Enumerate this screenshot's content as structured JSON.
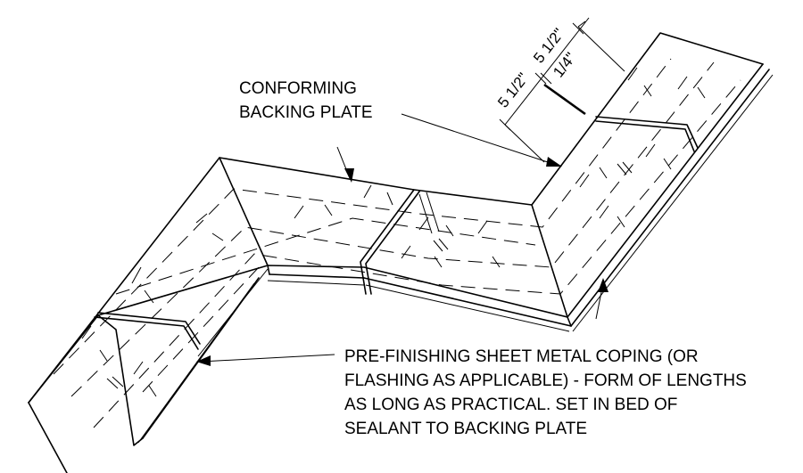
{
  "callouts": {
    "backing_plate": {
      "line1": "CONFORMING",
      "line2": "BACKING PLATE"
    },
    "coping": {
      "line1": "PRE-FINISHING SHEET METAL COPING (OR",
      "line2": "FLASHING AS APPLICABLE) - FORM OF LENGTHS",
      "line3": "AS LONG AS PRACTICAL. SET IN BED OF",
      "line4": "SEALANT TO BACKING PLATE"
    }
  },
  "dimensions": {
    "left_half": "5 1/2\"",
    "right_half": "5 1/2\"",
    "gap": "1/4\""
  }
}
